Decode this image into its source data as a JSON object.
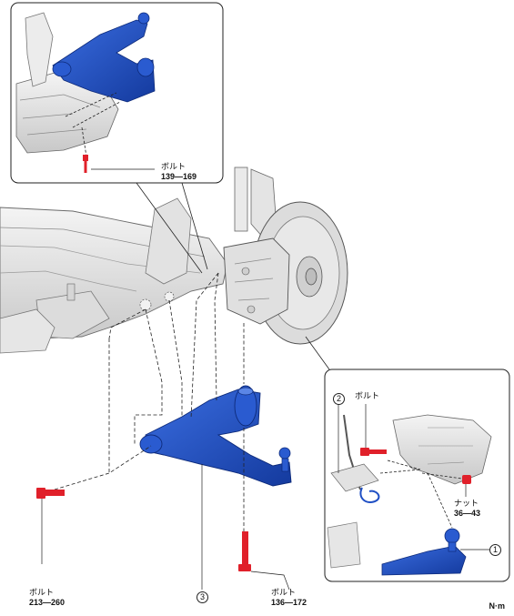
{
  "labels": {
    "inset_bolt": {
      "name": "ボルト",
      "torque": "139—169"
    },
    "front_bolt": {
      "name": "ボルト",
      "torque": "213—260"
    },
    "rear_bolt": {
      "name": "ボルト",
      "torque": "136—172"
    },
    "detail_bolt": {
      "name": "ボルト"
    },
    "detail_nut": {
      "name": "ナット",
      "torque": "36—43"
    },
    "unit": "N·m"
  },
  "callouts": {
    "c1": "1",
    "c2": "2",
    "c3": "3"
  },
  "colors": {
    "arm_blue": "#1f4fc4",
    "bolt_red": "#e0202a",
    "line": "#222222",
    "metal": "#e6e6e6"
  }
}
